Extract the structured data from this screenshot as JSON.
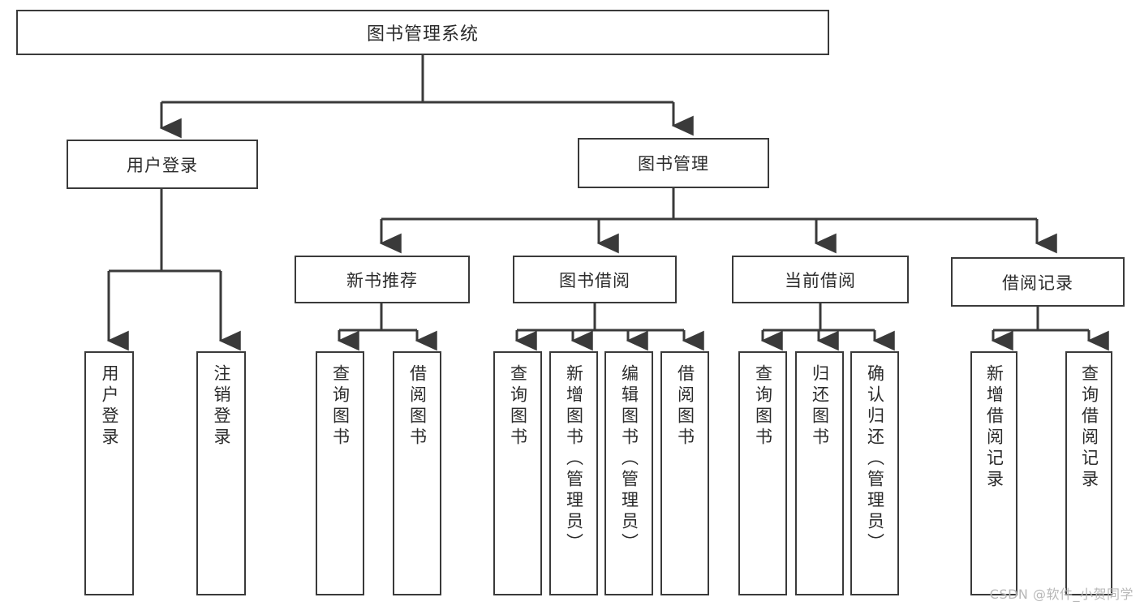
{
  "diagram": {
    "title": "图书管理系统",
    "type": "functional-decomposition-tree",
    "watermark": "CSDN @软件_小贺同学",
    "colors": {
      "box_border": "#3a3a3a",
      "box_fill": "#ffffff",
      "line": "#3a3a3a",
      "text": "#2b2b2b",
      "watermark": "#b8b8b8"
    },
    "levels": {
      "root": {
        "label": "图书管理系统"
      },
      "level1": [
        {
          "label": "用户登录"
        },
        {
          "label": "图书管理"
        }
      ],
      "level2": [
        {
          "label": "新书推荐"
        },
        {
          "label": "图书借阅"
        },
        {
          "label": "当前借阅"
        },
        {
          "label": "借阅记录"
        }
      ],
      "leaves": {
        "user_login": [
          {
            "label": "用户登录"
          },
          {
            "label": "注销登录"
          }
        ],
        "new_book_recommend": [
          {
            "label": "查询图书"
          },
          {
            "label": "借阅图书"
          }
        ],
        "book_borrow": [
          {
            "label": "查询图书"
          },
          {
            "label": "新增图书（管理员）"
          },
          {
            "label": "编辑图书（管理员）"
          },
          {
            "label": "借阅图书"
          }
        ],
        "current_borrow": [
          {
            "label": "查询图书"
          },
          {
            "label": "归还图书"
          },
          {
            "label": "确认归还（管理员）"
          }
        ],
        "borrow_record": [
          {
            "label": "新增借阅记录"
          },
          {
            "label": "查询借阅记录"
          }
        ]
      }
    }
  }
}
